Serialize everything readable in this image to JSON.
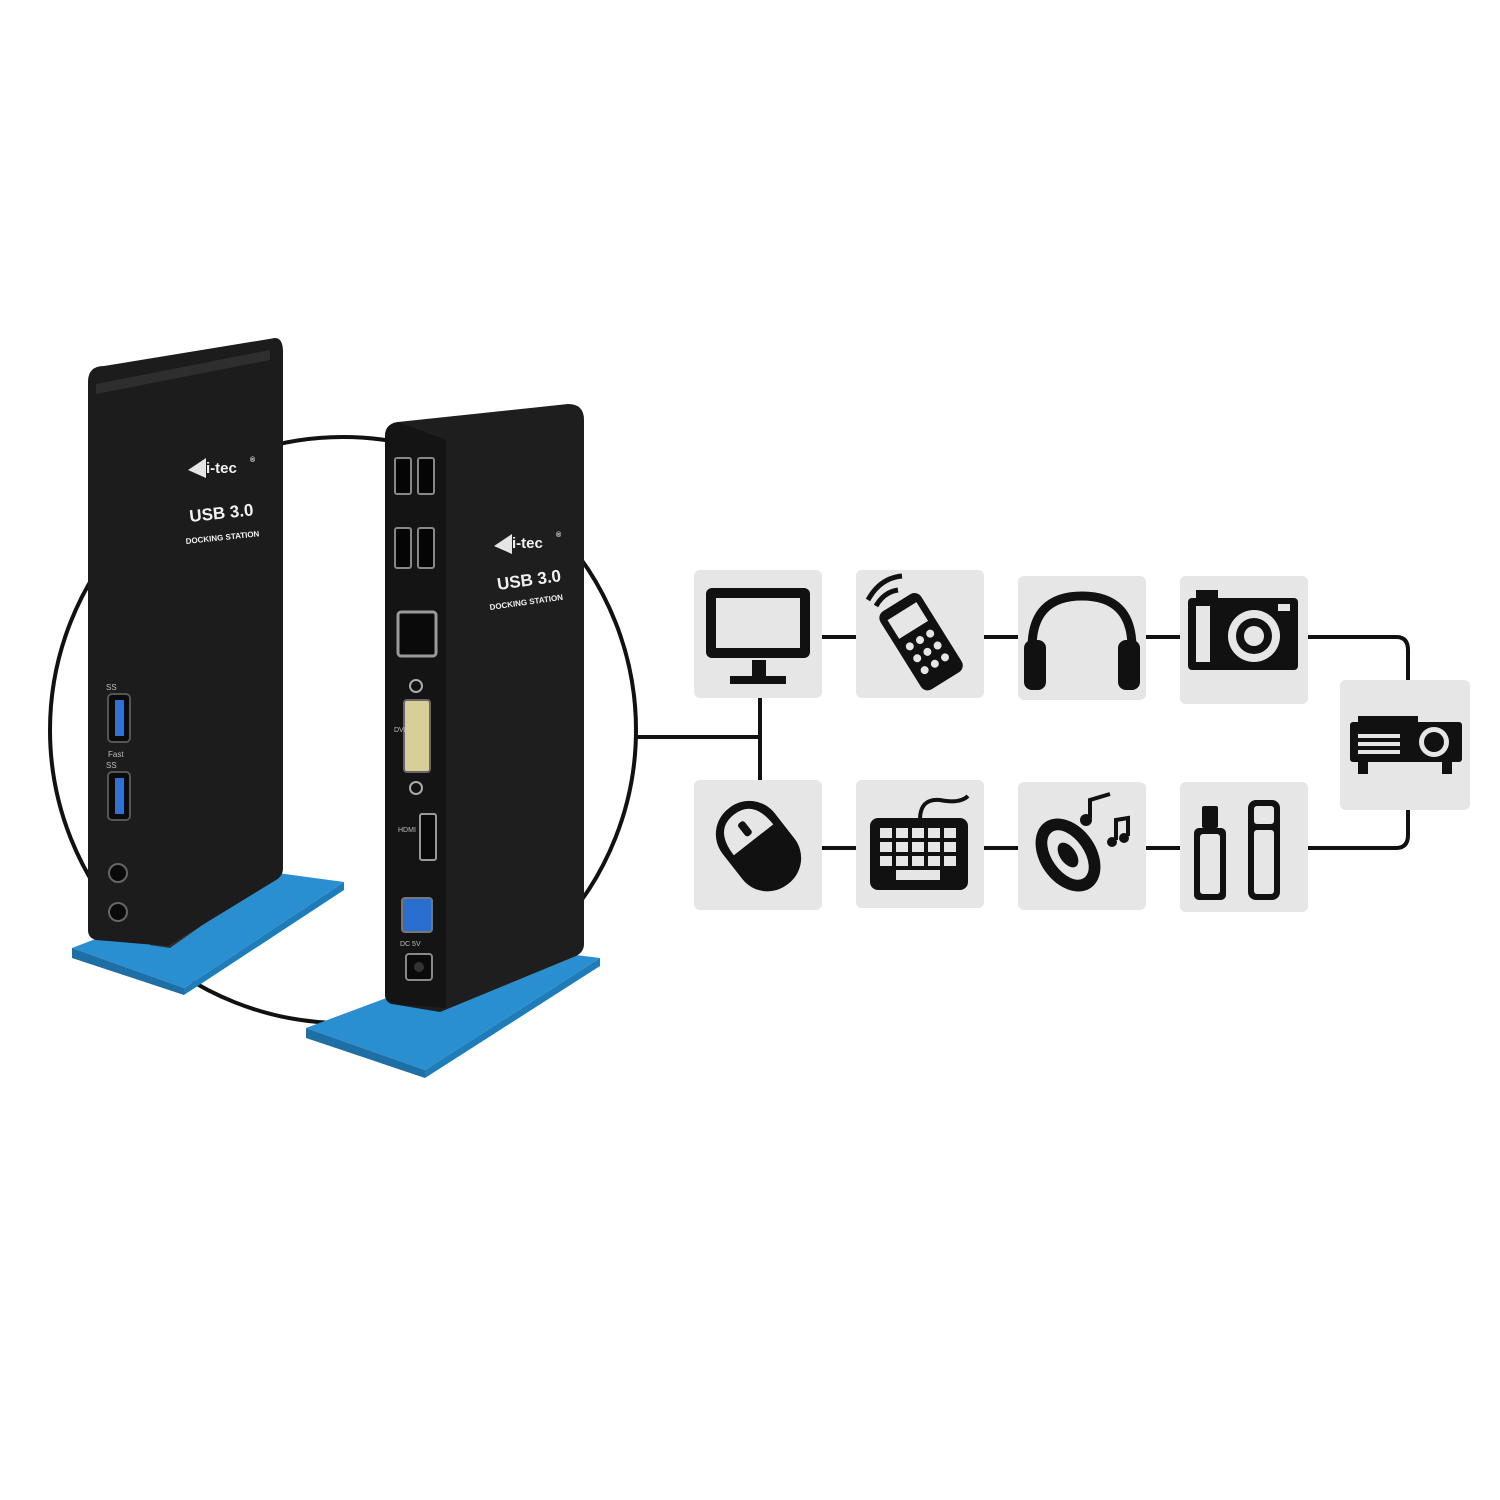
{
  "product": {
    "brand": "i-tec",
    "registered_mark": "®",
    "model_line1": "USB 3.0",
    "model_line2": "DOCKING STATION"
  },
  "front_unit": {
    "port_labels": [
      "SS",
      "Fast",
      "SS"
    ]
  },
  "rear_unit": {
    "port_labels": [
      "DVI",
      "HDMI",
      "DC 5V"
    ]
  },
  "device_icons": [
    "monitor-icon",
    "mobile-phone-icon",
    "headphones-icon",
    "camera-icon",
    "projector-icon",
    "mouse-icon",
    "keyboard-icon",
    "speaker-music-icon",
    "usb-flash-drive-icon"
  ],
  "colors": {
    "device_body": "#1c1c1c",
    "stand": "#2a8fd0",
    "icon_tile": "#e6e6e6",
    "icon": "#111111",
    "connector": "#111111"
  }
}
